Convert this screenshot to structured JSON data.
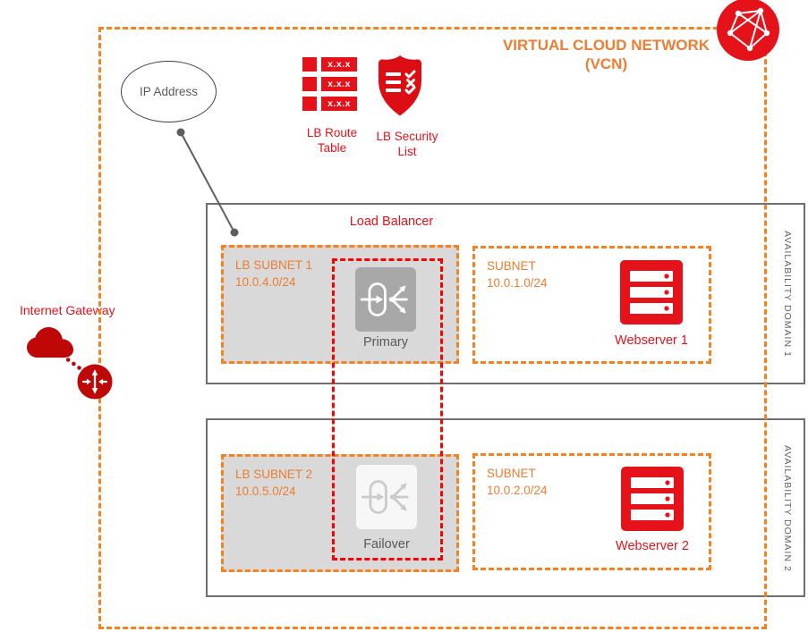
{
  "colors": {
    "orange_text": "#ED7D31",
    "orange_border": "#F5821F",
    "red_label": "#E4121B",
    "red_icon": "#E5121A",
    "dark_red": "#BE0807",
    "ha_dash_red": "#FF0000",
    "gray_box_border": "#6F6F6F",
    "gray_subnet_fill": "#D9D9D9",
    "primary_tile_gray": "#A8A8A8",
    "text_gray": "#595959",
    "ad_label_gray": "#5B6470"
  },
  "vcn": {
    "title_line1": "VIRTUAL CLOUD NETWORK",
    "title_line2": "(VCN)"
  },
  "ip_address": {
    "label": "IP Address"
  },
  "lb_route_table": {
    "label": "LB Route Table",
    "rows": [
      "x.x.x",
      "x.x.x",
      "x.x.x"
    ]
  },
  "lb_security_list": {
    "label": "LB Security List"
  },
  "internet_gateway": {
    "label": "Internet Gateway"
  },
  "load_balancer": {
    "title": "Load Balancer"
  },
  "availability_domains": [
    {
      "label": "AVAILABILITY DOMAIN 1",
      "lb_subnet": {
        "name": "LB SUBNET 1",
        "cidr": "10.0.4.0/24"
      },
      "lb_node": "Primary",
      "subnet": {
        "name": "SUBNET",
        "cidr": "10.0.1.0/24"
      },
      "server": "Webserver 1"
    },
    {
      "label": "AVAILABILITY DOMAIN 2",
      "lb_subnet": {
        "name": "LB SUBNET 2",
        "cidr": "10.0.5.0/24"
      },
      "lb_node": "Failover",
      "subnet": {
        "name": "SUBNET",
        "cidr": "10.0.2.0/24"
      },
      "server": "Webserver 2"
    }
  ]
}
